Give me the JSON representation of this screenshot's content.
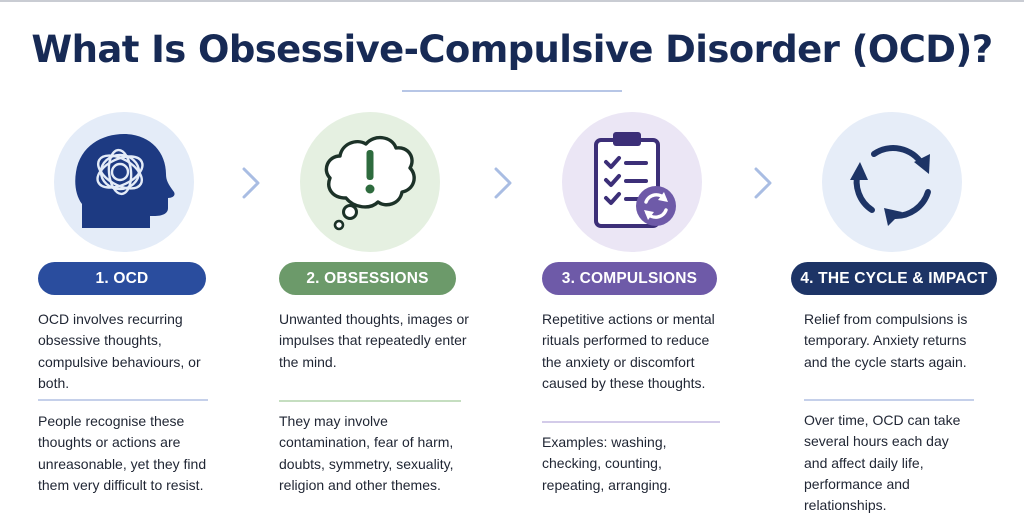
{
  "title": "What Is Obsessive-Compulsive Disorder (OCD)?",
  "colors": {
    "title": "#172a55",
    "step1": "#2a4d9e",
    "step2": "#6c9a6a",
    "step3": "#6e5aa8",
    "step4": "#1d3466",
    "arrow": "#a9bde3"
  },
  "steps": [
    {
      "label": "1. OCD",
      "icon": "head-with-tangled-thoughts-icon",
      "description": "OCD involves recurring obsessive thoughts, compulsive behaviours, or both.",
      "note": "People recognise these thoughts or actions are unreasonable, yet they find them very difficult to resist."
    },
    {
      "label": "2. OBSESSIONS",
      "icon": "thought-bubble-exclamation-icon",
      "description": "Unwanted thoughts, images or impulses that repeatedly enter the mind.",
      "note": "They may involve contamination, fear of harm, doubts, symmetry, sexuality, religion and other themes."
    },
    {
      "label": "3. COMPULSIONS",
      "icon": "clipboard-checklist-repeat-icon",
      "description": "Repetitive actions or mental rituals performed to reduce the anxiety or discomfort caused by these thoughts.",
      "note": "Examples: washing, checking, counting, repeating, arranging."
    },
    {
      "label": "4. THE CYCLE & IMPACT",
      "icon": "cycle-arrows-icon",
      "description": "Relief from compulsions is temporary. Anxiety returns and the cycle starts again.",
      "note": "Over time, OCD can take several hours each day and affect daily life, performance and relationships."
    }
  ]
}
